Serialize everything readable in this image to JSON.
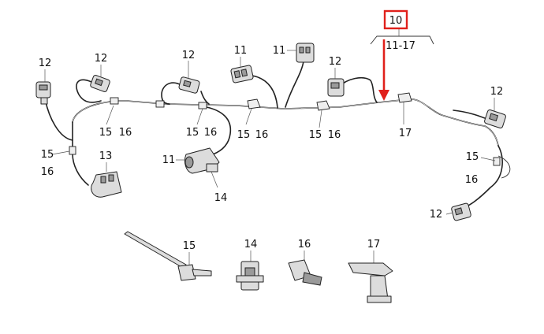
{
  "diagram": {
    "assembly_ref": "10",
    "assembly_range": "11-17",
    "accent_color": "#e0201b",
    "labels": {
      "c12_a": "12",
      "c12_b": "12",
      "c12_c": "12",
      "c12_d": "12",
      "c12_e": "12",
      "c12_f": "12",
      "c11_a": "11",
      "c11_b": "11",
      "c11_c": "11",
      "c13": "13",
      "c14": "14",
      "n15_a": "15",
      "n16_a": "16",
      "n15_b": "15",
      "n16_b": "16",
      "n15_c": "15",
      "n16_c": "16",
      "n15_d": "15",
      "n16_d": "16",
      "n15_e": "15",
      "n16_e": "16",
      "n15_f": "15",
      "n16_f": "16",
      "n17": "17"
    },
    "detail_parts": [
      {
        "ref": "15"
      },
      {
        "ref": "14"
      },
      {
        "ref": "16"
      },
      {
        "ref": "17"
      }
    ]
  }
}
